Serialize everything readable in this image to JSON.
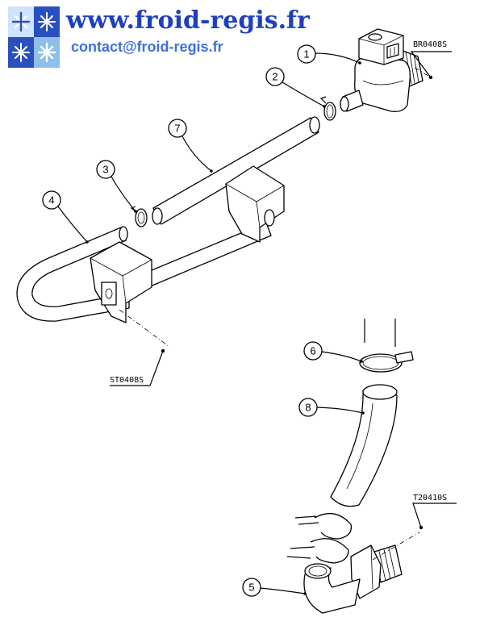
{
  "header": {
    "site_url": "www.froid-regis.fr",
    "contact_email": "contact@froid-regis.fr",
    "logo_icon": "snowflake-logo-icon",
    "logo_colors": [
      "#2a4fbf",
      "#7fb0ff",
      "#ffffff",
      "#8fbfe8"
    ]
  },
  "diagram": {
    "references": {
      "br": "BR0408S",
      "st": "ST0408S",
      "t": "T20410S"
    },
    "callouts": [
      "1",
      "2",
      "3",
      "4",
      "5",
      "6",
      "7",
      "8"
    ]
  }
}
